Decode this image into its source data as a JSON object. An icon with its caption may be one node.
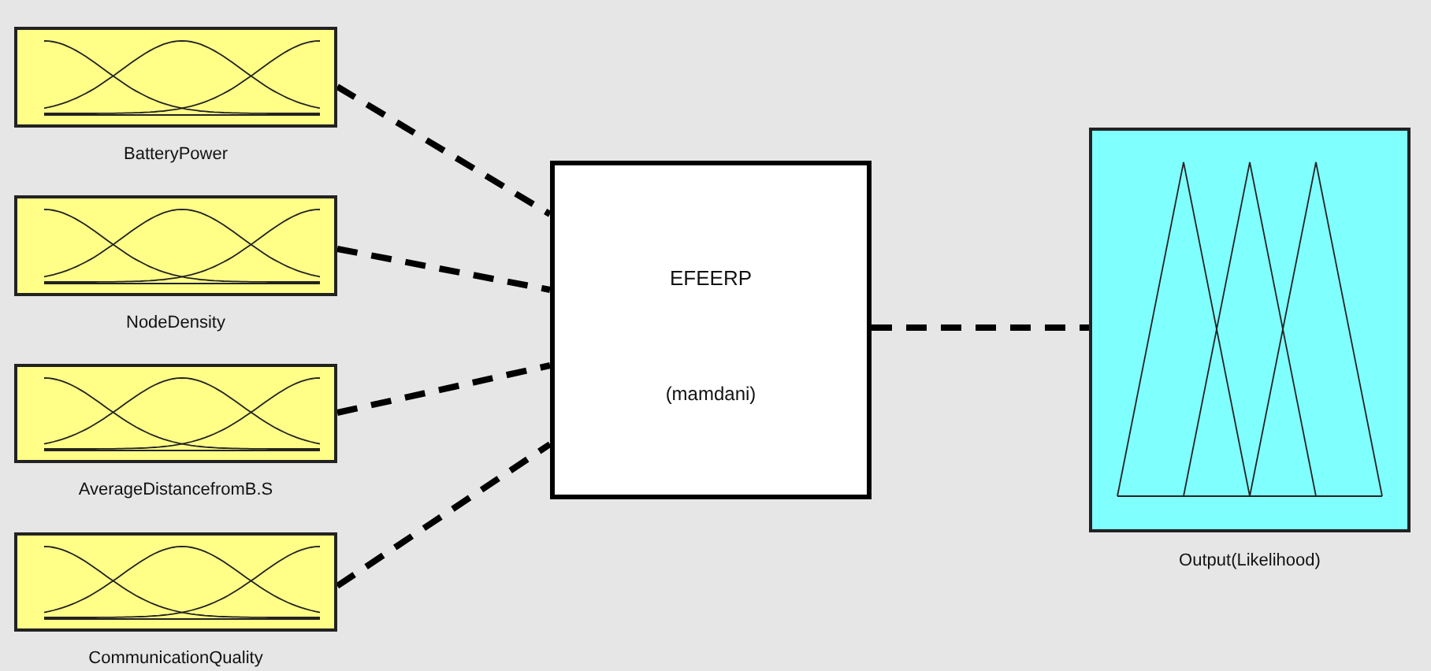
{
  "diagram": {
    "nodes": [
      {
        "text": [
          "BatteryPower"
        ]
      },
      {
        "text": [
          "NodeDensity"
        ]
      },
      {
        "text": [
          "AverageDistancefromB.S"
        ]
      },
      {
        "text": [
          "CommunicationQuality"
        ]
      },
      {
        "text": [
          "EFEERP",
          "(mamdani)"
        ]
      },
      {
        "text": [
          "Output(Likelihood)"
        ]
      }
    ],
    "edges": [
      {
        "from": 0,
        "to": 4,
        "arrow": "none",
        "style": "dashed"
      },
      {
        "from": 1,
        "to": 4,
        "arrow": "none",
        "style": "dashed"
      },
      {
        "from": 2,
        "to": 4,
        "arrow": "none",
        "style": "dashed"
      },
      {
        "from": 3,
        "to": 4,
        "arrow": "none",
        "style": "dashed"
      },
      {
        "from": 4,
        "to": 5,
        "arrow": "none",
        "style": "dashed"
      }
    ]
  }
}
